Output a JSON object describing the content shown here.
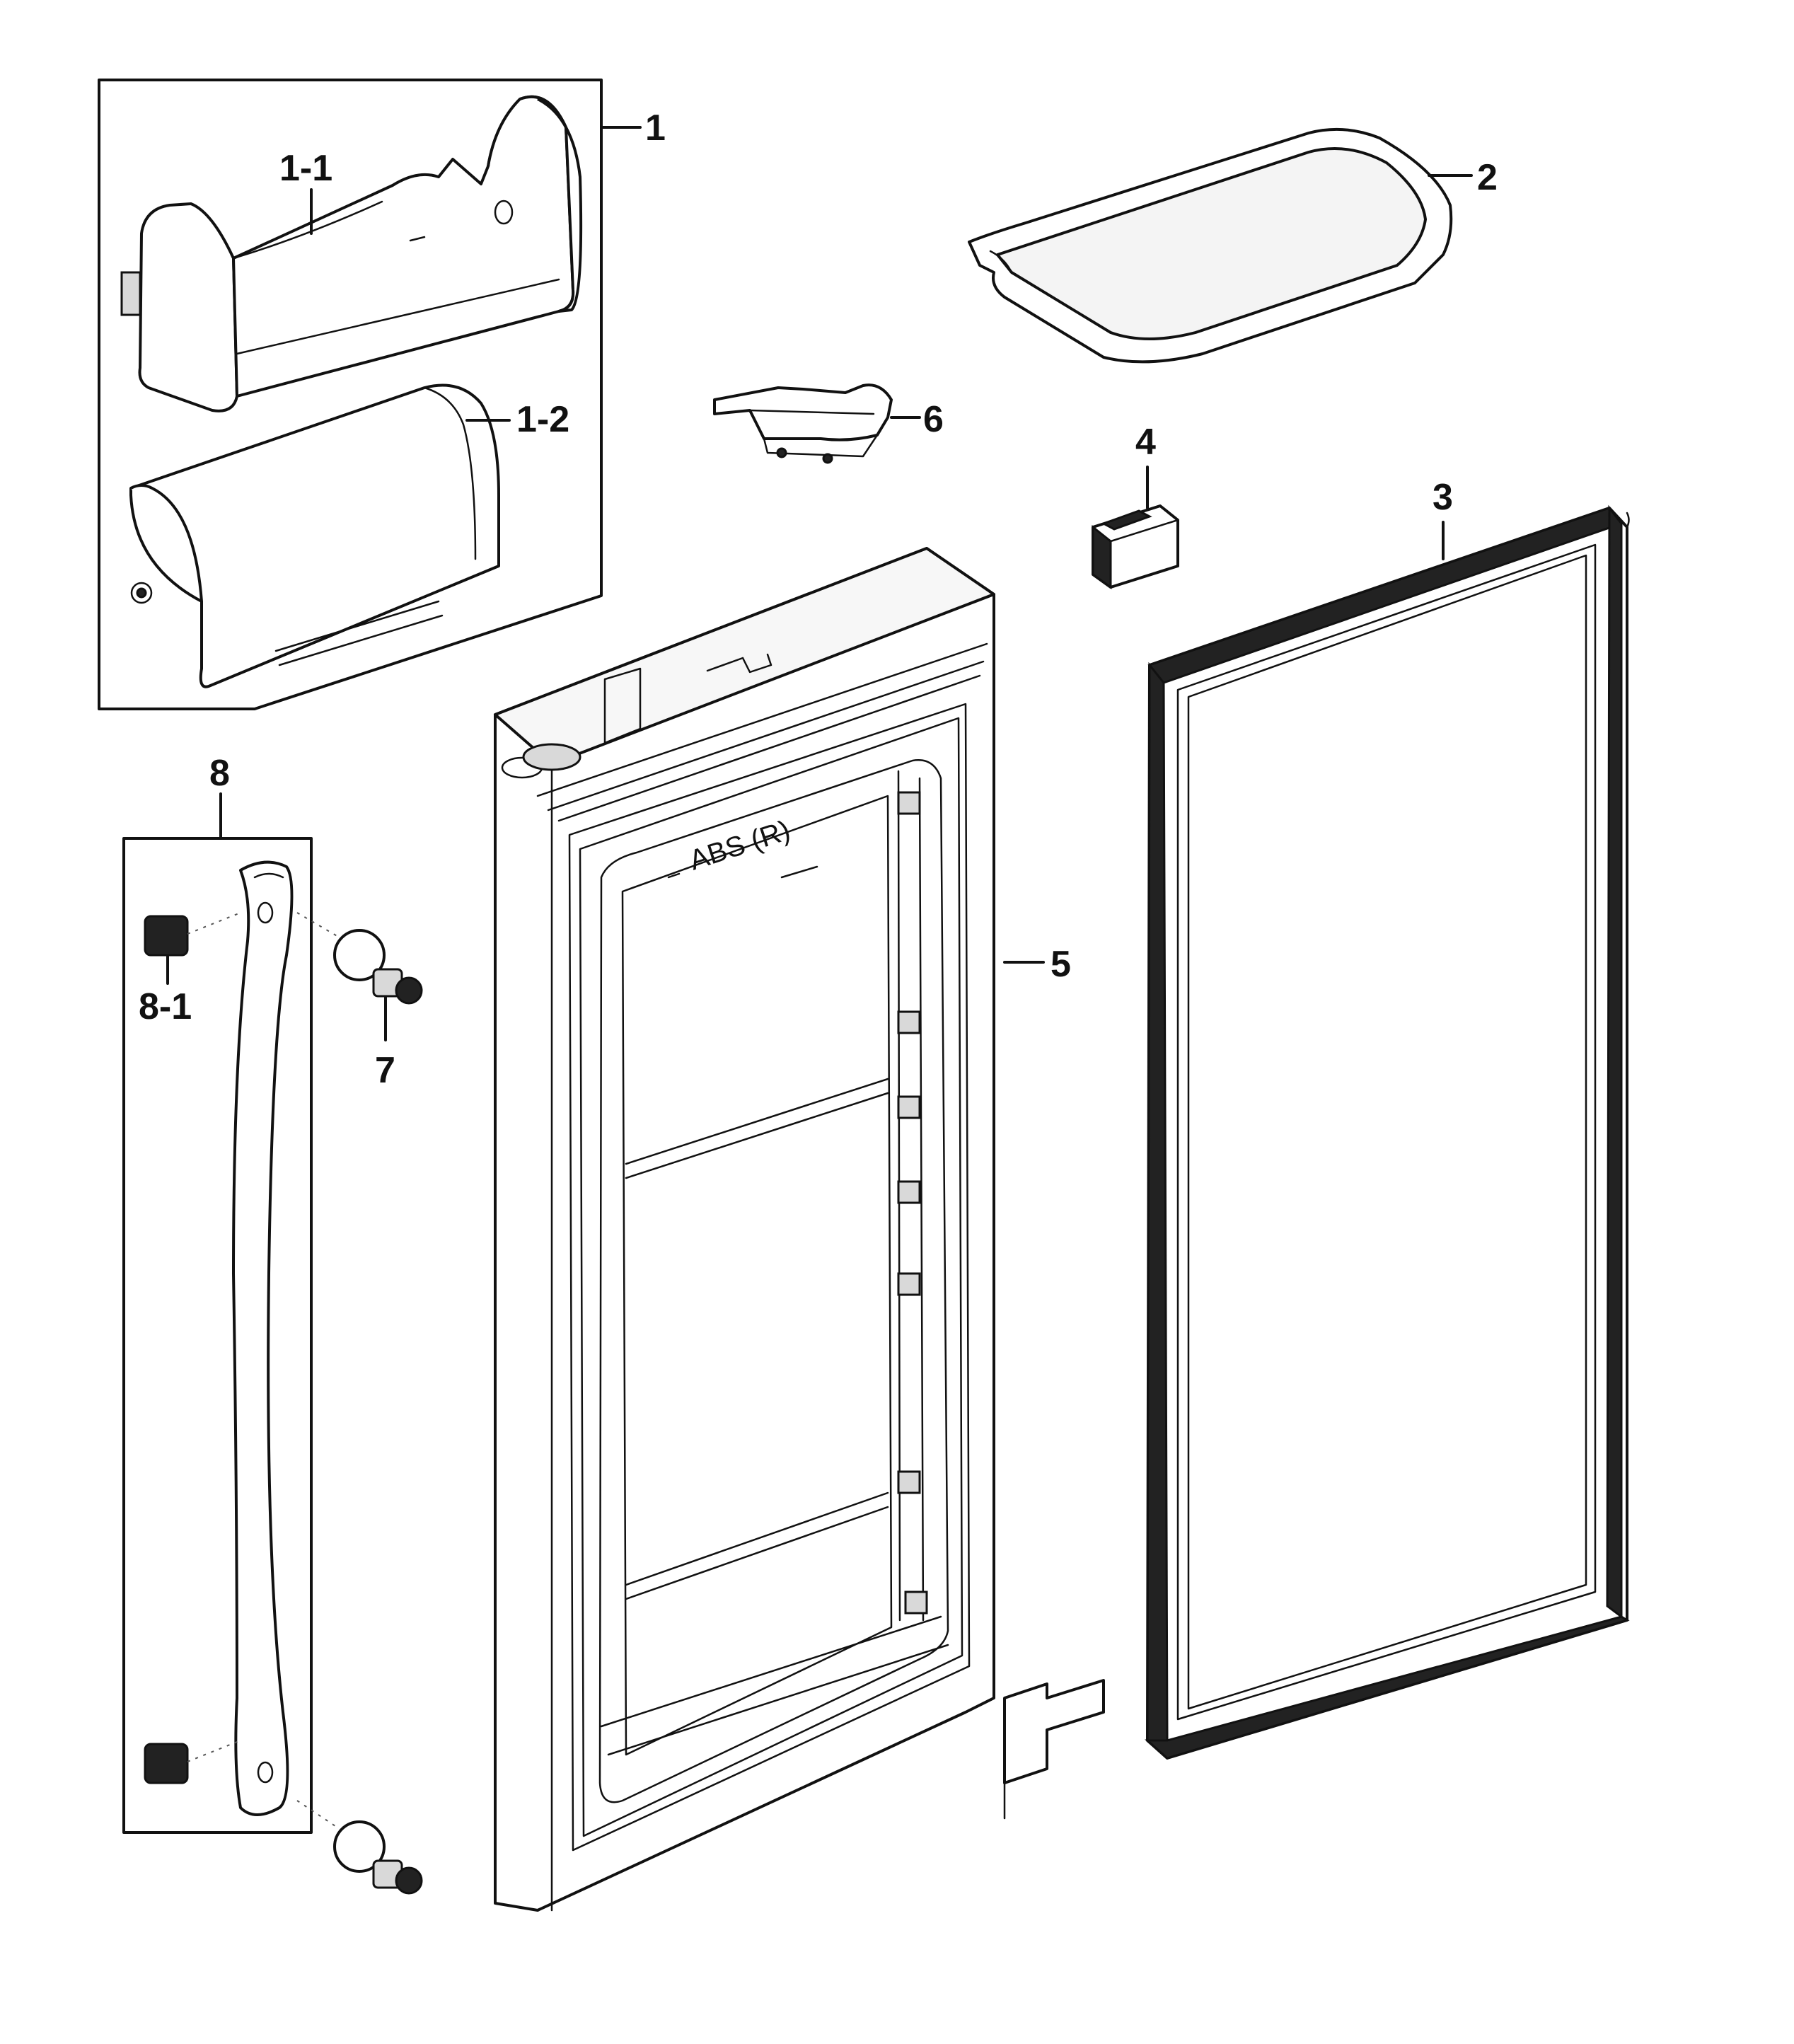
{
  "callouts": {
    "c1": "1",
    "c1_1": "1-1",
    "c1_2": "1-2",
    "c2": "2",
    "c3": "3",
    "c4": "4",
    "c5": "5",
    "c6": "6",
    "c7": "7",
    "c8": "8",
    "c8_1": "8-1"
  },
  "door_liner_marking": "ABS (R)"
}
